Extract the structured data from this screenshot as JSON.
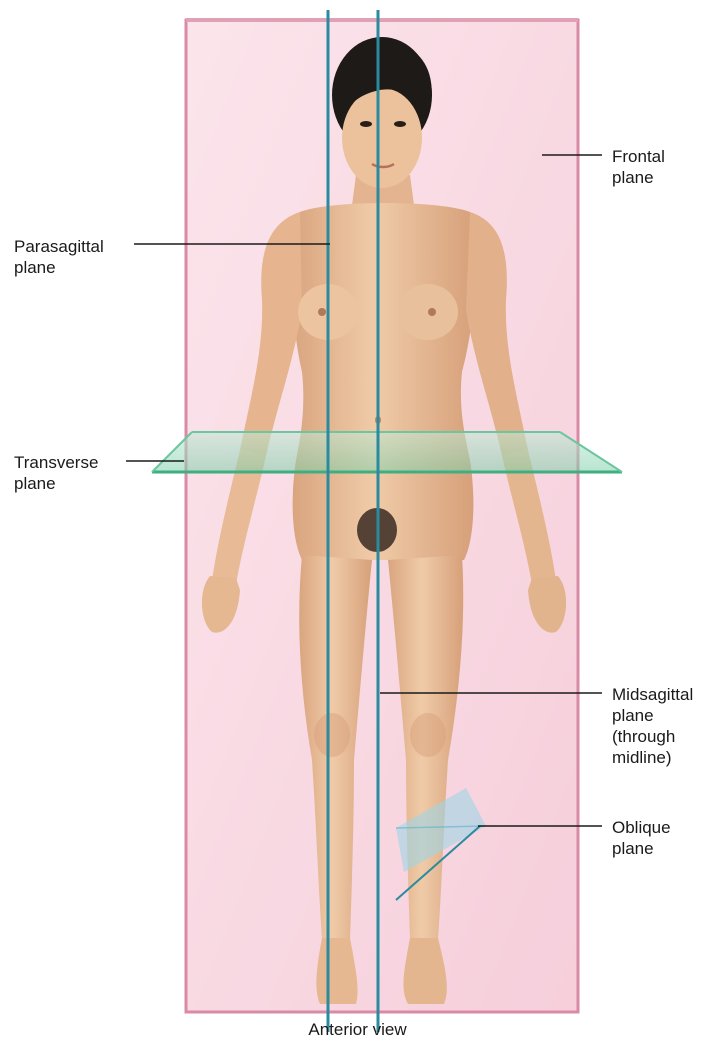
{
  "labels": {
    "frontal": [
      "Frontal",
      "plane"
    ],
    "parasagittal": [
      "Parasagittal",
      "plane"
    ],
    "transverse": [
      "Transverse",
      "plane"
    ],
    "midsagittal": [
      "Midsagittal",
      "plane",
      "(through",
      "midline)"
    ],
    "oblique": [
      "Oblique",
      "plane"
    ]
  },
  "caption": "Anterior view",
  "colors": {
    "frontal_plane": "#f6c9d6",
    "frontal_edge": "#d98aa4",
    "sagittal_line": "#2a8aa0",
    "transverse_plane": "#8fd8b6",
    "oblique_plane": "#9fd6e6",
    "skin": "#e9bf9a",
    "skin_shadow": "#c99572",
    "hair": "#1e1a18"
  }
}
